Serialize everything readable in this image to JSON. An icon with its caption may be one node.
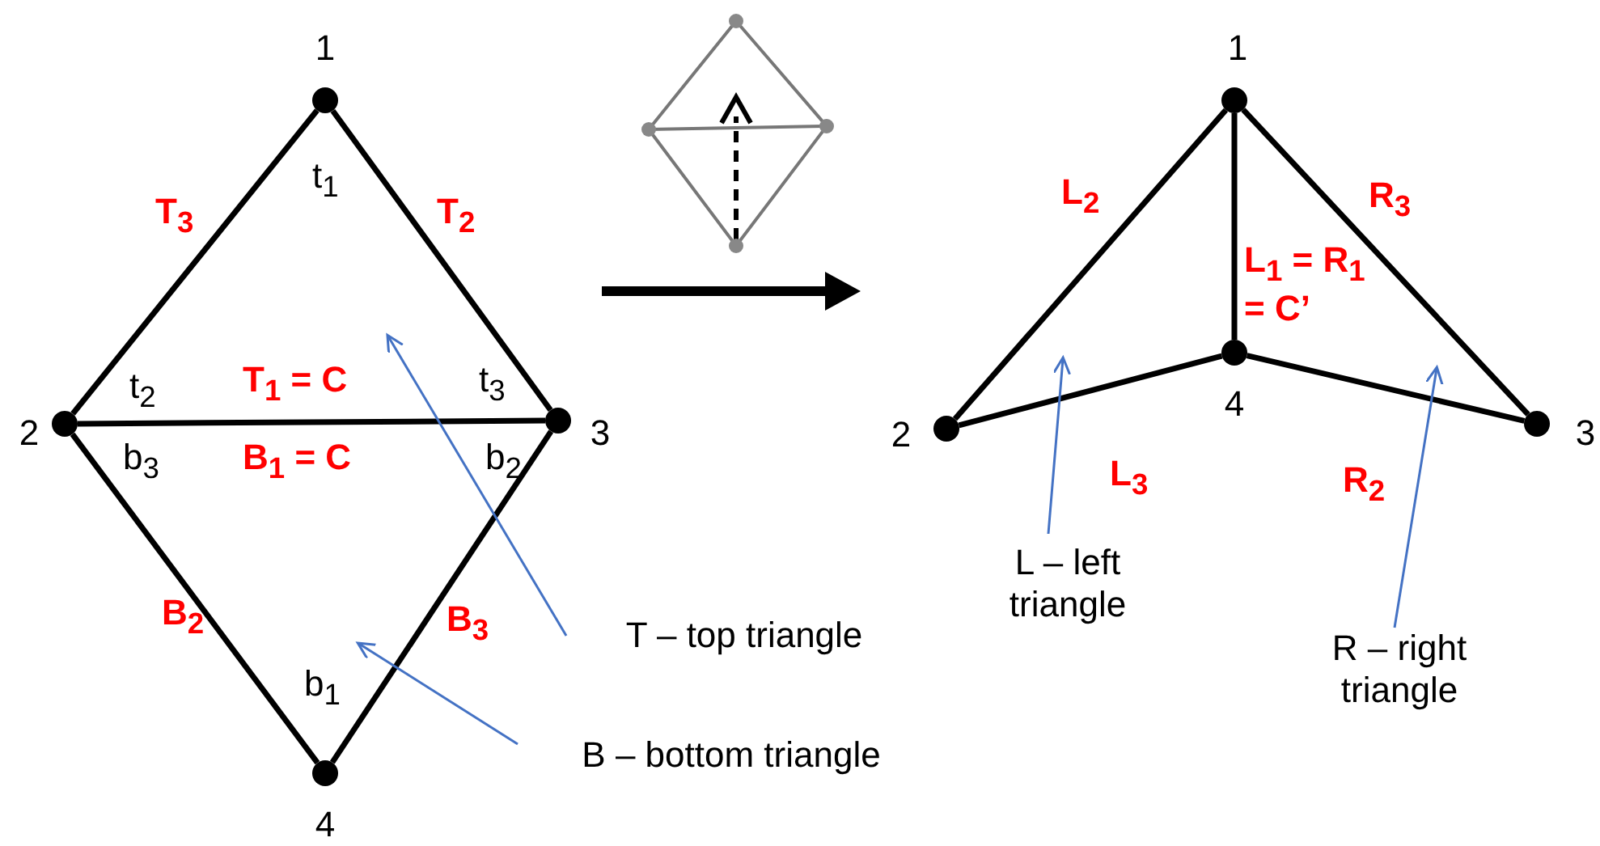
{
  "diagram": {
    "nodes": [
      {
        "text": [],
        "shape": "circle",
        "beside": [
          "1"
        ]
      },
      {
        "text": [],
        "shape": "circle",
        "beside": [
          "2"
        ]
      },
      {
        "text": [],
        "shape": "circle",
        "beside": [
          "3"
        ]
      },
      {
        "text": [],
        "shape": "circle",
        "beside": [
          "4"
        ]
      },
      {
        "text": [],
        "shape": "circle",
        "beside": [
          "1"
        ]
      },
      {
        "text": [],
        "shape": "circle",
        "beside": [
          "2"
        ]
      },
      {
        "text": [],
        "shape": "circle",
        "beside": [
          "3"
        ]
      },
      {
        "text": [],
        "shape": "circle",
        "beside": [
          "4"
        ]
      },
      {
        "text": [
          "T – top triangle"
        ]
      },
      {
        "text": [
          "B – bottom triangle"
        ]
      },
      {
        "text": [
          "L – left triangle"
        ]
      },
      {
        "text": [
          "R – right triangle"
        ]
      }
    ],
    "edges": [
      {
        "from": 0,
        "to": 1,
        "arrow": "none",
        "label": "T$_{3}$"
      },
      {
        "from": 0,
        "to": 2,
        "arrow": "none",
        "label": "T$_{2}$"
      },
      {
        "from": 1,
        "to": 2,
        "arrow": "none",
        "label": "T$_{1}$ = C"
      },
      {
        "from": 1,
        "to": 3,
        "arrow": "none",
        "label": "B$_{2}$"
      },
      {
        "from": 2,
        "to": 3,
        "arrow": "none",
        "label": "B$_{3}$"
      },
      {
        "from": 4,
        "to": 5,
        "arrow": "none",
        "label": "L$_{2}$"
      },
      {
        "from": 4,
        "to": 6,
        "arrow": "none",
        "label": "R$_{3}$"
      },
      {
        "from": 4,
        "to": 7,
        "arrow": "none",
        "label": "L$_{1}$ = R$_{1}$ = C’"
      },
      {
        "from": 5,
        "to": 7,
        "arrow": "none",
        "label": "L$_{3}$"
      },
      {
        "from": 7,
        "to": 6,
        "arrow": "none",
        "label": "R$_{2}$"
      },
      {
        "from": 8,
        "to": null,
        "arrow": "to",
        "color": "#4472c4"
      },
      {
        "from": 9,
        "to": null,
        "arrow": "to",
        "color": "#4472c4"
      },
      {
        "from": 10,
        "to": null,
        "arrow": "to",
        "color": "#4472c4"
      },
      {
        "from": 11,
        "to": null,
        "arrow": "to",
        "color": "#4472c4"
      }
    ],
    "labels": [
      "B$_{1}$ = C",
      "t$_{1}$",
      "t$_{2}$",
      "t$_{3}$",
      "b$_{3}$",
      "b$_{2}$",
      "b$_{1}$"
    ]
  }
}
